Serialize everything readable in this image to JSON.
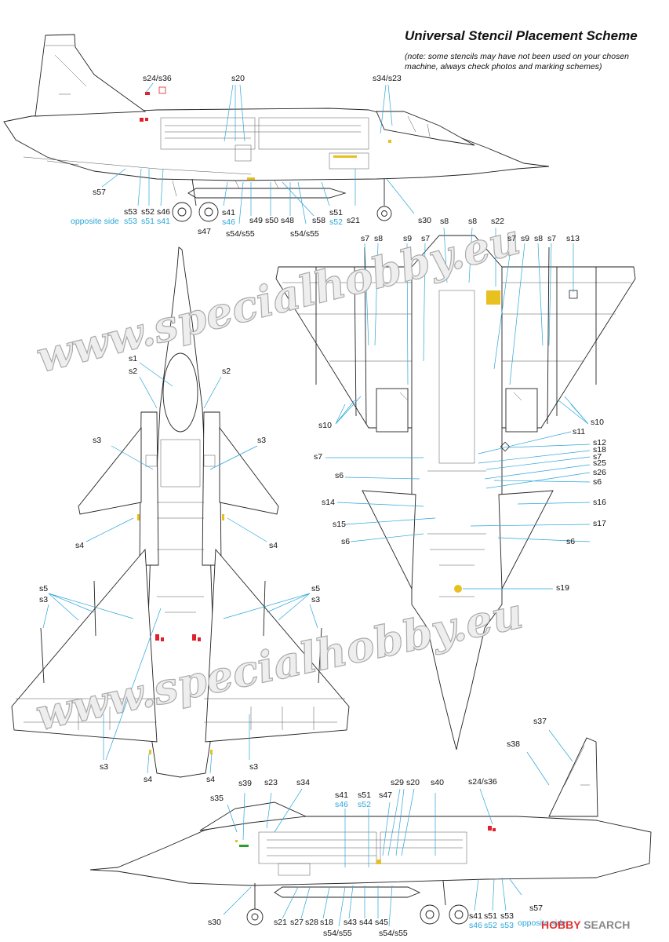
{
  "title": "Universal Stencil Placement Scheme",
  "note": "(note: some stencils may have not been used on your chosen machine, always check photos and marking schemes)",
  "watermark": "www.specialhobby.eu",
  "logo": {
    "brand": "HOBBY",
    "suffix": "SEARCH"
  },
  "colors": {
    "blue_labels": "#2aa6d9",
    "red_stencil": "#e0202a",
    "yellow_stencil": "#e8c020",
    "green_stencil": "#2aa02a"
  },
  "side_view_top": {
    "labels": {
      "s24_s36": "s24/s36",
      "s20": "s20",
      "s34_s23": "s34/s23",
      "s57": "s57",
      "opposite_side": "opposite side",
      "s53": "s53",
      "s52": "s52",
      "s46": "s46",
      "s53b": "s53",
      "s51b": "s51",
      "s41b": "s41",
      "s41": "s41",
      "s46b": "s46",
      "s47": "s47",
      "s54_s55": "s54/s55",
      "s49": "s49",
      "s50": "s50",
      "s48": "s48",
      "s58": "s58",
      "s54_s55b": "s54/s55",
      "s51": "s51",
      "s52b": "s52",
      "s21": "s21",
      "s30": "s30"
    }
  },
  "top_view": {
    "labels": {
      "s1": "s1",
      "s2l": "s2",
      "s2r": "s2",
      "s3l": "s3",
      "s3r": "s3",
      "s4l": "s4",
      "s4r": "s4",
      "s5l": "s5",
      "s3l2": "s3",
      "s5r": "s5",
      "s3r2": "s3",
      "s3b1": "s3",
      "s4b1": "s4",
      "s4b2": "s4",
      "s3b2": "s3"
    }
  },
  "bottom_view": {
    "labels": {
      "s8a": "s8",
      "s8b": "s8",
      "s22": "s22",
      "s7a": "s7",
      "s8c": "s8",
      "s9a": "s9",
      "s7b": "s7",
      "s7c": "s7",
      "s9b": "s9",
      "s8d": "s8",
      "s7d": "s7",
      "s13": "s13",
      "s10l": "s10",
      "s10r": "s10",
      "s11": "s11",
      "s12": "s12",
      "s18": "s18",
      "s7e": "s7",
      "s7f": "s7",
      "s25": "s25",
      "s26": "s26",
      "s6a": "s6",
      "s6b": "s6",
      "s14": "s14",
      "s16": "s16",
      "s15": "s15",
      "s17": "s17",
      "s6c": "s6",
      "s6d": "s6",
      "s19": "s19"
    }
  },
  "side_view_bottom": {
    "labels": {
      "s37": "s37",
      "s38": "s38",
      "s24_s36": "s24/s36",
      "s39": "s39",
      "s23": "s23",
      "s34": "s34",
      "s35": "s35",
      "s41": "s41",
      "s46": "s46",
      "s51": "s51",
      "s52": "s52",
      "s47": "s47",
      "s29": "s29",
      "s20": "s20",
      "s40": "s40",
      "s30": "s30",
      "s21": "s21",
      "s27": "s27",
      "s28": "s28",
      "s18": "s18",
      "s43": "s43",
      "s44": "s44",
      "s45": "s45",
      "s54_s55a": "s54/s55",
      "s54_s55b": "s54/s55",
      "s41b": "s41",
      "s51b": "s51",
      "s53": "s53",
      "s46b": "s46",
      "s52b": "s52",
      "s53b": "s53",
      "s57": "s57",
      "opposite_side": "opposite side"
    }
  }
}
